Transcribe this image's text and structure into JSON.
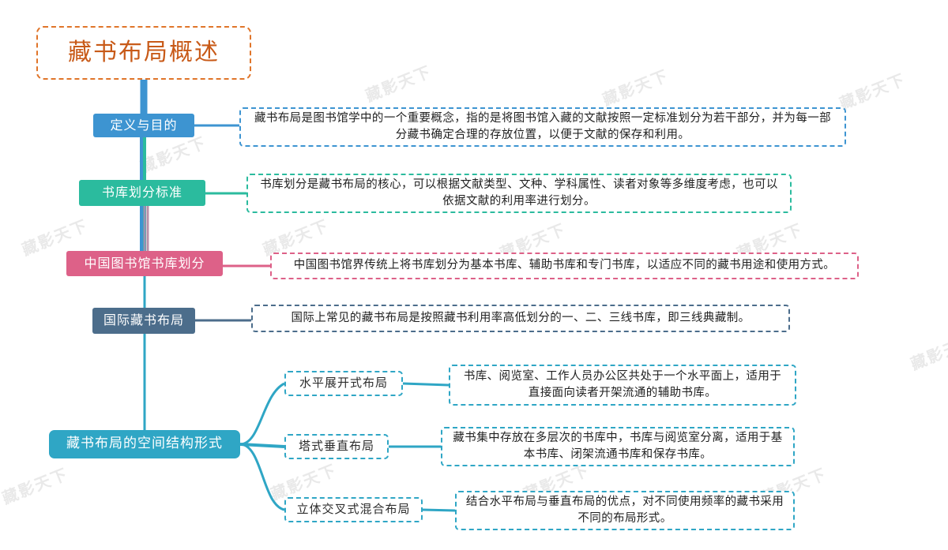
{
  "root": {
    "label": "藏书布局概述",
    "border_color": "#e0752a",
    "text_color": "#c85a18"
  },
  "topics": [
    {
      "label": "定义与目的",
      "color": "#3d94d1",
      "detail": "藏书布局是图书馆学中的一个重要概念，指的是将图书馆入藏的文献按照一定标准划分为若干部分，并为每一部分藏书确定合理的存放位置，以便于文献的保存和利用。"
    },
    {
      "label": "书库划分标准",
      "color": "#2bbb9e",
      "detail": "书库划分是藏书布局的核心，可以根据文献类型、文种、学科属性、读者对象等多维度考虑，也可以依据文献的利用率进行划分。"
    },
    {
      "label": "中国图书馆书库划分",
      "color": "#dd6188",
      "detail": "中国图书馆界传统上将书库划分为基本书库、辅助书库和专门书库，以适应不同的藏书用途和使用方式。"
    },
    {
      "label": "国际藏书布局",
      "color": "#4c6d8b",
      "detail": "国际上常见的藏书布局是按照藏书利用率高低划分的一、二、三线书库，即三线典藏制。"
    },
    {
      "label": "藏书布局的空间结构形式",
      "color": "#2fa6c5",
      "subtopics": [
        {
          "label": "水平展开式布局",
          "detail": "书库、阅览室、工作人员办公区共处于一个水平面上，适用于直接面向读者开架流通的辅助书库。"
        },
        {
          "label": "塔式垂直布局",
          "detail": "藏书集中存放在多层次的书库中，书库与阅览室分离，适用于基本书库、闭架流通书库和保存书库。"
        },
        {
          "label": "立体交叉式混合布局",
          "detail": "结合水平布局与垂直布局的优点，对不同使用频率的藏书采用不同的布局形式。"
        }
      ]
    }
  ],
  "watermark": {
    "text": "藏影天下",
    "color": "#d8d8d8"
  }
}
